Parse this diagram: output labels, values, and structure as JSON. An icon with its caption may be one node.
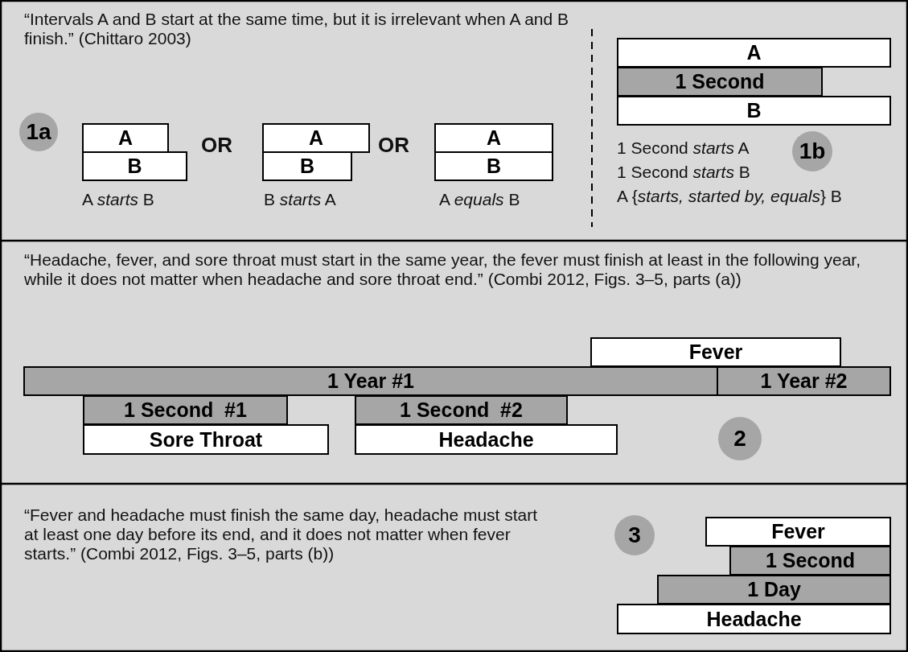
{
  "diagram": {
    "nodes": [
      {
        "text": [
          "1a"
        ]
      },
      {
        "text": [
          "A"
        ]
      },
      {
        "text": [
          "B"
        ]
      },
      {
        "text": [
          "A"
        ]
      },
      {
        "text": [
          "B"
        ]
      },
      {
        "text": [
          "A"
        ]
      },
      {
        "text": [
          "B"
        ]
      },
      {
        "text": [
          "A"
        ]
      },
      {
        "text": [
          "1 Second"
        ]
      },
      {
        "text": [
          "B"
        ]
      },
      {
        "text": [
          "1b"
        ]
      },
      {
        "text": [
          "Fever"
        ]
      },
      {
        "text": [
          "1 Year #1"
        ]
      },
      {
        "text": [
          "1 Year #2"
        ]
      },
      {
        "text": [
          "1 Second  #1"
        ]
      },
      {
        "text": [
          "1 Second  #2"
        ]
      },
      {
        "text": [
          "Sore Throat"
        ]
      },
      {
        "text": [
          "Headache"
        ]
      },
      {
        "text": [
          "2"
        ]
      },
      {
        "text": [
          "3"
        ]
      },
      {
        "text": [
          "Fever"
        ]
      },
      {
        "text": [
          "1 Second"
        ]
      },
      {
        "text": [
          "1 Day"
        ]
      },
      {
        "text": [
          "Headache"
        ]
      }
    ],
    "labels": [
      "“Intervals A and B start at the same time, but it is irrelevant when A and B finish.” (Chittaro 2003)",
      "OR",
      "OR",
      "A *starts* B",
      "B *starts* A",
      "A *equals* B",
      "1 Second *starts* A",
      "1 Second *starts* B",
      "A {*starts, started by, equals*} B",
      "“Headache, fever, and sore throat must start in the same year, the fever must finish at least in the following year, while it does not matter when headache and sore throat end.” (Combi 2012, Figs. 3–5, parts (a))",
      "“Fever and headache must finish the same day, headache must start at least one day before its end, and it does not matter when fever starts.” (Combi 2012, Figs. 3–5, parts (b))"
    ]
  }
}
